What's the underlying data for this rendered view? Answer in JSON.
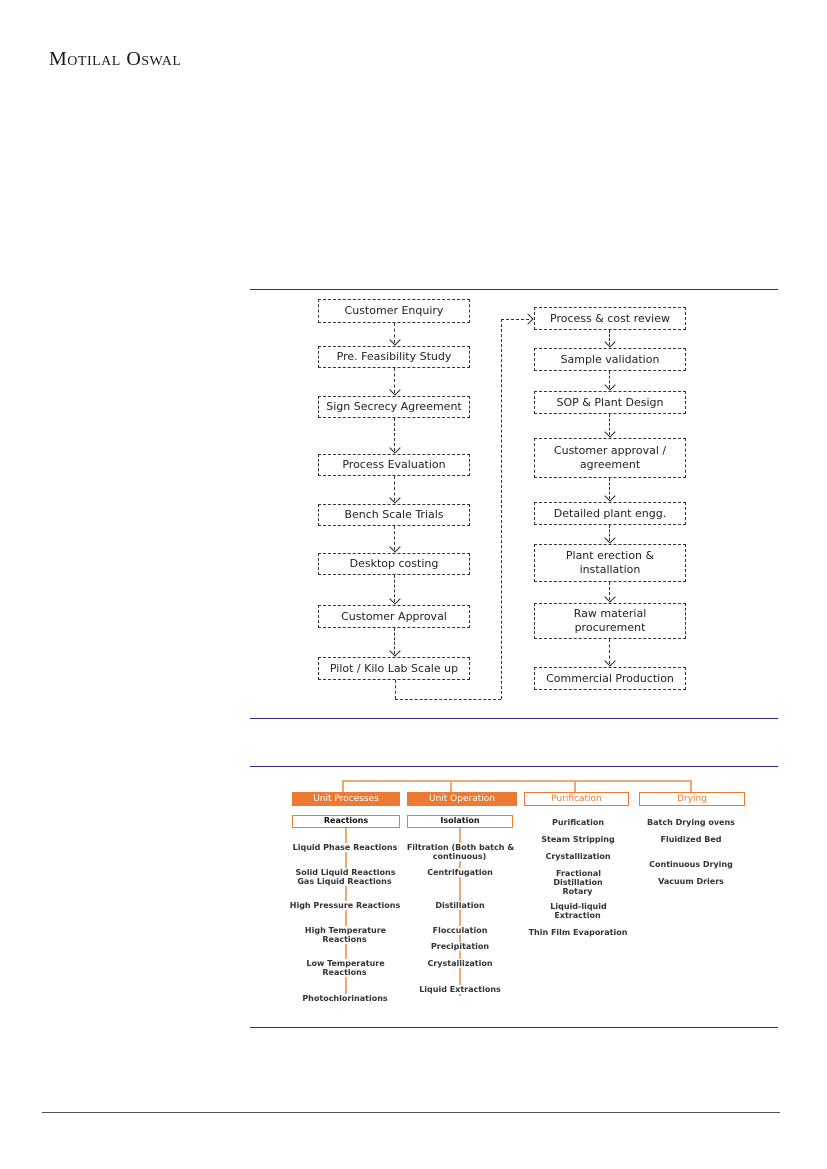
{
  "header": {
    "brand": "Motilal Oswal"
  },
  "flowchart": {
    "left": [
      "Customer Enquiry",
      "Pre. Feasibility Study",
      "Sign Secrecy  Agreement",
      "Process Evaluation",
      "Bench Scale Trials",
      "Desktop costing",
      "Customer Approval",
      "Pilot / Kilo Lab Scale up"
    ],
    "right": [
      "Process & cost review",
      "Sample validation",
      "SOP & Plant Design",
      "Customer approval / agreement",
      "Detailed plant engg.",
      "Plant erection & installation",
      "Raw material procurement",
      "Commercial Production"
    ]
  },
  "processes": {
    "columns": [
      {
        "header": "Unit Processes",
        "sub": "Reactions",
        "items": [
          "Liquid Phase Reactions",
          "Solid Liquid Reactions Gas Liquid Reactions",
          "High Pressure Reactions",
          "High Temperature Reactions",
          "Low Temperature Reactions",
          "Photochlorinations"
        ]
      },
      {
        "header": "Unit Operation",
        "sub": "Isolation",
        "items": [
          "Filtration (Both batch & continuous)",
          "Centrifugation",
          "Distillation",
          "Flocculation",
          "Precipitation",
          "Crystallization",
          "Liquid Extractions"
        ]
      },
      {
        "header": "Purification",
        "sub": "",
        "items": [
          "Purification",
          "Steam Stripping",
          "Crystallization",
          "Fractional Distillation Rotary",
          "Liquid-liquid Extraction",
          "Thin Film Evaporation"
        ]
      },
      {
        "header": "Drying",
        "sub": "",
        "items": [
          "Batch Drying ovens",
          "Fluidized Bed",
          "Continuous Drying",
          "Vacuum Driers"
        ]
      }
    ]
  }
}
